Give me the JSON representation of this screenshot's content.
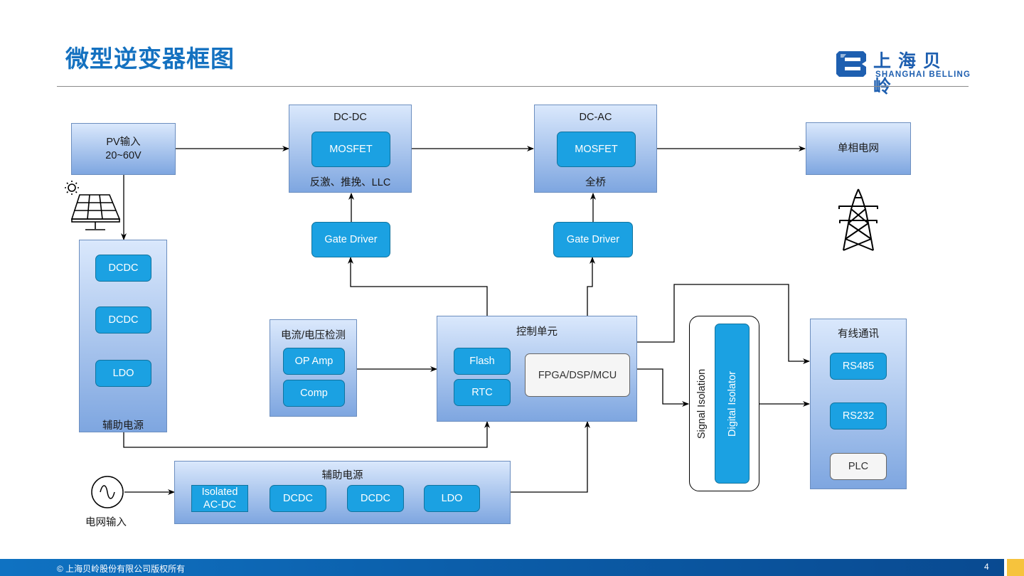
{
  "page": {
    "title": "微型逆变器框图",
    "logo": {
      "cn": "上海贝岭",
      "en": "SHANGHAI BELLING",
      "color": "#1e5fb0"
    },
    "footer": {
      "copyright": "© 上海贝岭股份有限公司版权所有",
      "page_number": "4"
    },
    "colors": {
      "title": "#1471c0",
      "block_fill": "#1ba1e2",
      "group_fill_top": "#dae8fc",
      "group_fill_bottom": "#7ea6e0",
      "footer": "#0b5aa5",
      "accent": "#f6c33d"
    }
  },
  "diagram": {
    "pv_input": {
      "line1": "PV输入",
      "line2": "20~60V",
      "icon": "solar-panel-icon"
    },
    "dcdc_stage": {
      "title": "DC-DC",
      "block": "MOSFET",
      "caption": "反激、推挽、LLC"
    },
    "dcac_stage": {
      "title": "DC-AC",
      "block": "MOSFET",
      "caption": "全桥"
    },
    "grid_output": {
      "label": "单相电网",
      "icon": "power-tower-icon"
    },
    "gate_driver_1": "Gate Driver",
    "gate_driver_2": "Gate Driver",
    "aux_power_vertical": {
      "title": "辅助电源",
      "blocks": [
        "DCDC",
        "DCDC",
        "LDO"
      ]
    },
    "sensing": {
      "title": "电流/电压检测",
      "blocks": [
        "OP Amp",
        "Comp"
      ]
    },
    "control_unit": {
      "title": "控制单元",
      "blocks": [
        "Flash",
        "RTC"
      ],
      "processor": "FPGA/DSP/MCU"
    },
    "signal_isolation": {
      "title": "Signal Isolation",
      "block": "Digital Isolator"
    },
    "wired_comm": {
      "title": "有线通讯",
      "blocks": [
        "RS485",
        "RS232",
        "PLC"
      ]
    },
    "grid_input": {
      "label": "电网输入",
      "icon": "ac-source-icon"
    },
    "aux_power_horizontal": {
      "title": "辅助电源",
      "blocks": [
        "Isolated AC-DC",
        "DCDC",
        "DCDC",
        "LDO"
      ]
    }
  }
}
